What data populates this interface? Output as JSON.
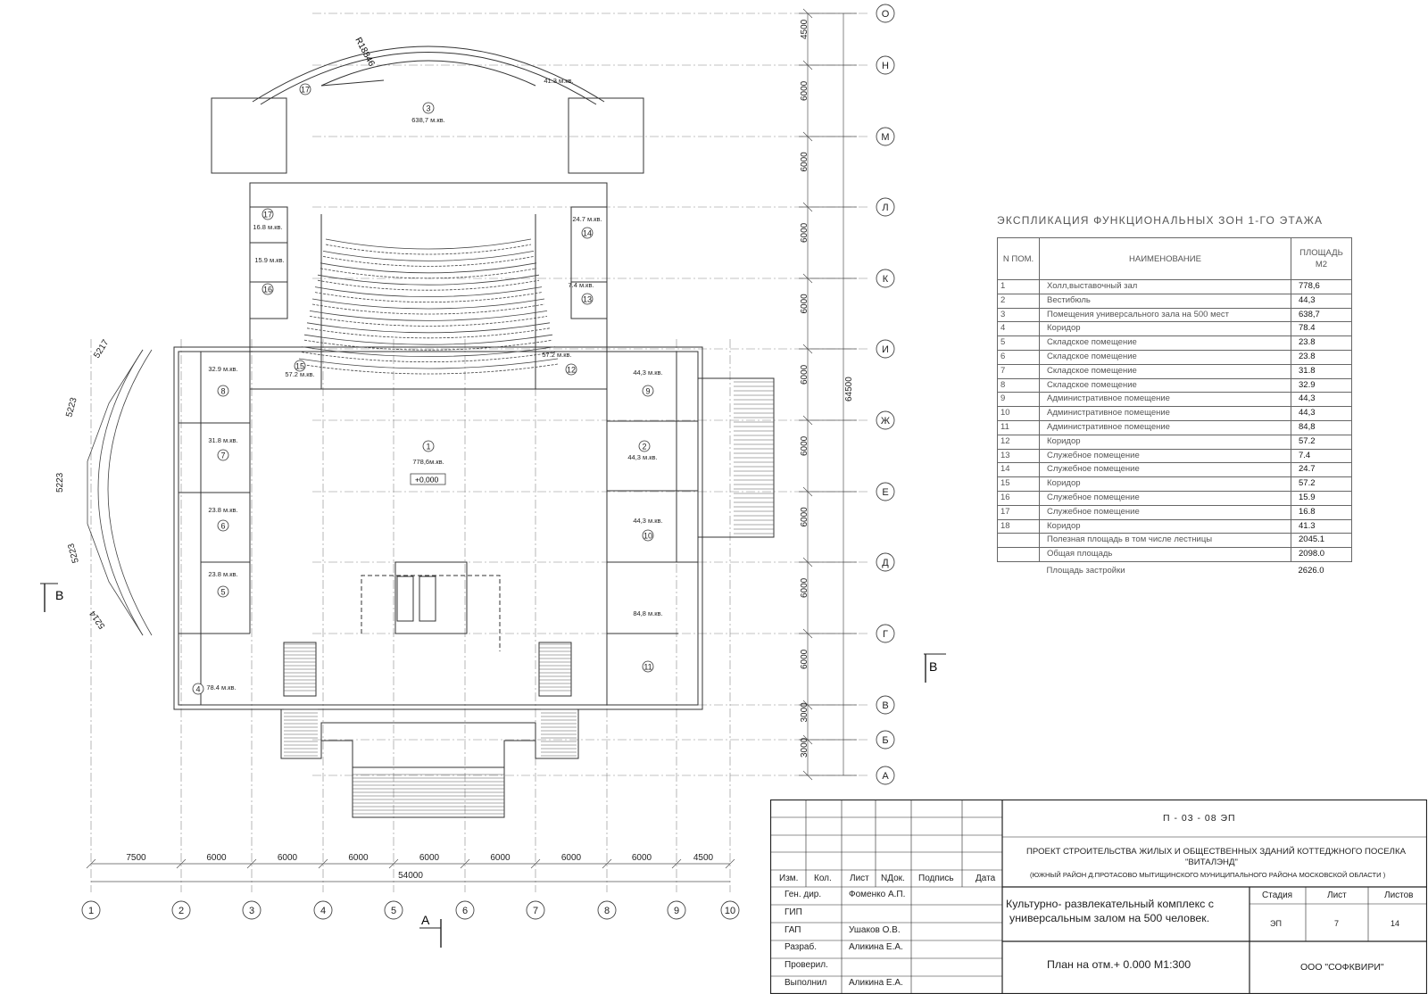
{
  "axes_letters": [
    "О",
    "Н",
    "М",
    "Л",
    "К",
    "И",
    "Ж",
    "Е",
    "Д",
    "Г",
    "В",
    "Б",
    "А"
  ],
  "axes_numbers": [
    "1",
    "2",
    "3",
    "4",
    "5",
    "6",
    "7",
    "8",
    "9",
    "10"
  ],
  "right_dims": [
    "4500",
    "6000",
    "6000",
    "6000",
    "6000",
    "6000",
    "6000",
    "6000",
    "6000",
    "6000",
    "3000",
    "3000"
  ],
  "total_vertical": "64500",
  "bottom_dims": [
    "7500",
    "6000",
    "6000",
    "6000",
    "6000",
    "6000",
    "6000",
    "6000",
    "4500"
  ],
  "total_horizontal": "54000",
  "left_dims": [
    "5217",
    "5223",
    "5223",
    "5223",
    "5214"
  ],
  "radius_label": "R18846",
  "section_marks": {
    "b_left": "В",
    "b_right": "В",
    "a_bottom": "А"
  },
  "elevation": "+0,000",
  "rooms": [
    {
      "id": "r1",
      "num": "1",
      "area": "778,6м.кв."
    },
    {
      "id": "r2",
      "num": "2",
      "area": "44,3 м.кв."
    },
    {
      "id": "r3",
      "num": "3",
      "area": "638,7 м.кв."
    },
    {
      "id": "r4",
      "num": "4",
      "area": "78.4 м.кв."
    },
    {
      "id": "r5",
      "num": "5",
      "area": "23.8 м.кв."
    },
    {
      "id": "r6",
      "num": "6",
      "area": "23.8 м.кв."
    },
    {
      "id": "r7",
      "num": "7",
      "area": "31.8 м.кв."
    },
    {
      "id": "r8",
      "num": "8",
      "area": "32.9 м.кв."
    },
    {
      "id": "r9",
      "num": "9",
      "area": "44,3 м.кв."
    },
    {
      "id": "r10",
      "num": "10",
      "area": "44,3 м.кв."
    },
    {
      "id": "r11",
      "num": "11",
      "area": "84,8 м.кв."
    },
    {
      "id": "r12",
      "num": "12",
      "area": "57.2 м.кв."
    },
    {
      "id": "r13",
      "num": "13",
      "area": "7.4 м.кв."
    },
    {
      "id": "r14",
      "num": "14",
      "area": "24.7 м.кв."
    },
    {
      "id": "r15",
      "num": "15",
      "area": "57.2 м.кв."
    },
    {
      "id": "r16",
      "num": "16",
      "area": "15.9 м.кв."
    },
    {
      "id": "r17a",
      "num": "17",
      "area": "16.8 м.кв."
    },
    {
      "id": "r17b",
      "num": "17",
      "area": ""
    },
    {
      "id": "r18",
      "num": "",
      "area": "41.3 м.кв."
    }
  ],
  "explication": {
    "title": "ЭКСПЛИКАЦИЯ ФУНКЦИОНАЛЬНЫХ ЗОН 1-ГО ЭТАЖА",
    "col_num": "N ПОМ.",
    "col_name": "НАИМЕНОВАНИЕ",
    "col_area": "ПЛОЩАДЬ М2",
    "rows": [
      {
        "n": "1",
        "name": "Холл,выставочный зал",
        "area": "778,6"
      },
      {
        "n": "2",
        "name": "Вестибюль",
        "area": "44,3"
      },
      {
        "n": "3",
        "name": "Помещения универсального зала на 500 мест",
        "area": "638,7"
      },
      {
        "n": "4",
        "name": "Коридор",
        "area": "78.4"
      },
      {
        "n": "5",
        "name": "Складское помещение",
        "area": "23.8"
      },
      {
        "n": "6",
        "name": "Складское помещение",
        "area": "23.8"
      },
      {
        "n": "7",
        "name": "Складское помещение",
        "area": "31.8"
      },
      {
        "n": "8",
        "name": "Складское помещение",
        "area": "32.9"
      },
      {
        "n": "9",
        "name": "Административное помещение",
        "area": "44,3"
      },
      {
        "n": "10",
        "name": "Административное помещение",
        "area": "44,3"
      },
      {
        "n": "11",
        "name": "Административное помещение",
        "area": "84,8"
      },
      {
        "n": "12",
        "name": "Коридор",
        "area": "57.2"
      },
      {
        "n": "13",
        "name": "Служебное помещение",
        "area": "7.4"
      },
      {
        "n": "14",
        "name": "Служебное помещение",
        "area": "24.7"
      },
      {
        "n": "15",
        "name": "Коридор",
        "area": "57.2"
      },
      {
        "n": "16",
        "name": "Служебное помещение",
        "area": "15.9"
      },
      {
        "n": "17",
        "name": "Служебное помещение",
        "area": "16.8"
      },
      {
        "n": "18",
        "name": "Коридор",
        "area": "41.3"
      }
    ],
    "summary": [
      {
        "name": "Полезная площадь в том числе лестницы",
        "area": "2045.1"
      },
      {
        "name": "Общая площадь",
        "area": "2098.0"
      }
    ],
    "footer": {
      "name": "Площадь застройки",
      "area": "2626.0"
    }
  },
  "titleblock": {
    "code": "П - 03 - 08  ЭП",
    "project_line1": "ПРОЕКТ СТРОИТЕЛЬСТВА ЖИЛЫХ И ОБЩЕСТВЕННЫХ ЗДАНИЙ КОТТЕДЖНОГО ПОСЕЛКА",
    "project_line2": "\"ВИТАЛЭНД\"",
    "project_line3": "(ЮЖНЫЙ РАЙОН Д.ПРОТАСОВО МЫТИЩИНСКОГО МУНИЦИПАЛЬНОГО РАЙОНА МОСКОВСКОЙ ОБЛАСТИ )",
    "headers": [
      "Изм.",
      "Кол.",
      "Лист",
      "NДок.",
      "Подпись",
      "Дата"
    ],
    "roles": [
      {
        "role": "Ген. дир.",
        "name": "Фоменко А.П."
      },
      {
        "role": "ГИП",
        "name": ""
      },
      {
        "role": "ГАП",
        "name": "Ушаков О.В."
      },
      {
        "role": "Разраб.",
        "name": "Аликина Е.А."
      },
      {
        "role": "Проверил.",
        "name": ""
      },
      {
        "role": "Выполнил",
        "name": "Аликина Е.А."
      }
    ],
    "object_line1": "Культурно- развлекательный комплекс с",
    "object_line2": "универсальным залом на 500 человек.",
    "stage_label": "Стадия",
    "sheet_label": "Лист",
    "sheets_label": "Листов",
    "stage_value": "ЭП",
    "sheet_value": "7",
    "sheets_value": "14",
    "plan_title": "План на отм.+ 0.000    М1:300",
    "company": "ООО \"СОФКВИРИ\""
  }
}
